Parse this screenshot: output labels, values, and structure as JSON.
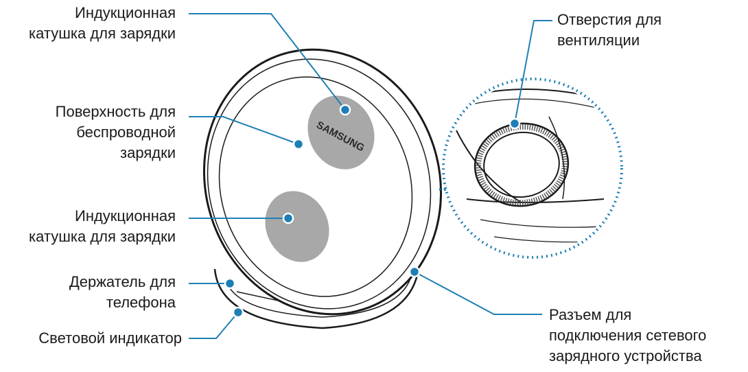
{
  "labels": {
    "coil_top": {
      "line1": "Индукционная",
      "line2": "катушка для зарядки"
    },
    "surface": {
      "line1": "Поверхность для",
      "line2": "беспроводной",
      "line3": "зарядки"
    },
    "coil_bottom": {
      "line1": "Индукционная",
      "line2": "катушка для зарядки"
    },
    "holder": {
      "line1": "Держатель для",
      "line2": "телефона"
    },
    "led": {
      "line1": "Световой индикатор"
    },
    "vents": {
      "line1": "Отверстия для",
      "line2": "вентиляции"
    },
    "connector": {
      "line1": "Разъем для",
      "line2": "подключения сетевого",
      "line3": "зарядного устройства"
    }
  },
  "logo_text": "SAMSUNG",
  "colors": {
    "leader": "#1e7fb4",
    "coil": "#a8a8a8",
    "outline": "#1a1a1a",
    "dotted": "#1e7fb4"
  }
}
